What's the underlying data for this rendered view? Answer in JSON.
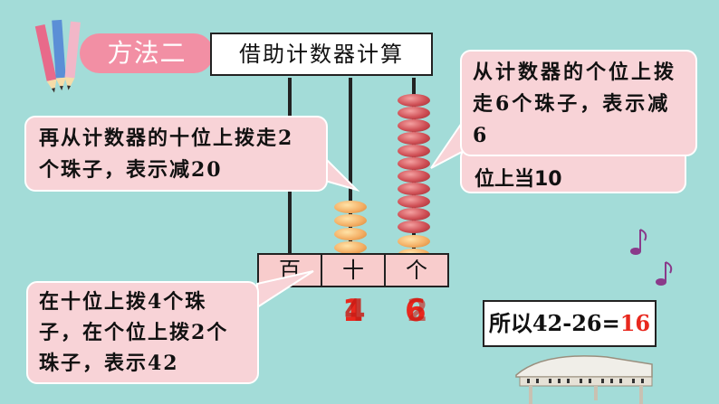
{
  "header": {
    "method_tag": "方法二",
    "title": "借助计数器计算"
  },
  "abacus": {
    "places": [
      "百",
      "十",
      "个"
    ],
    "tens_digits": [
      "1",
      "4"
    ],
    "ones_digits": [
      "6",
      "2"
    ],
    "tens_beads": 4,
    "ones_beads": 12
  },
  "bubbles": {
    "tens_remove": "再从计数器的十位上拨走2个珠子，表示减20",
    "ones_remove": "从计数器的个位上拨走6个珠子，表示减6",
    "ones_hidden_line": "位上当10",
    "setup": "在十位上拨4个珠子，在个位上拨2个珠子，表示42"
  },
  "answer": {
    "prefix": "所以42-26=",
    "result": "16"
  },
  "colors": {
    "background": "#a3dcd8",
    "bubble": "#f8d3d7",
    "tag": "#f28fa4",
    "result": "#e8281e"
  }
}
